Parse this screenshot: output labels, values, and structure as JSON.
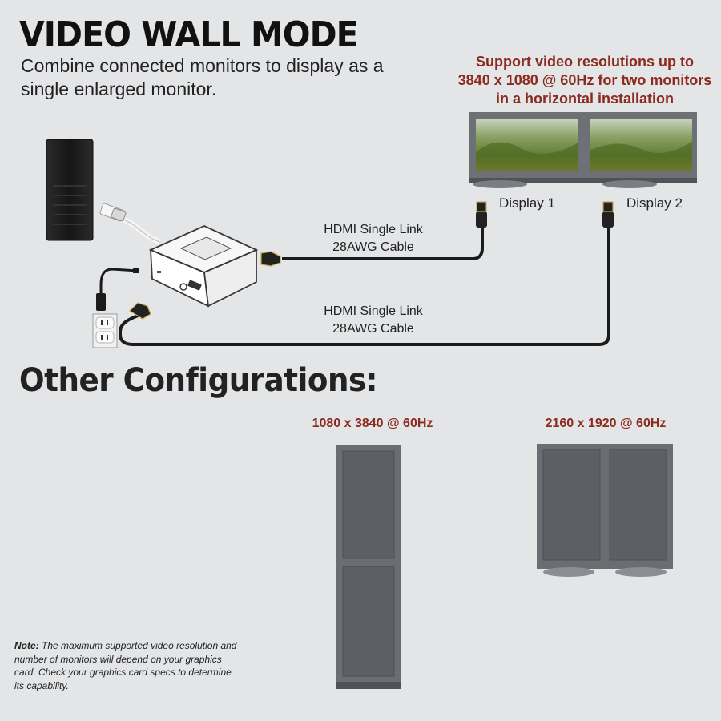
{
  "header": {
    "title": "VIDEO WALL MODE",
    "subtitle": "Combine connected monitors to display as a single enlarged monitor."
  },
  "support": {
    "line1": "Support video resolutions up to",
    "line2": "3840 x 1080 @ 60Hz for two monitors",
    "line3": "in a horizontal installation"
  },
  "displays": {
    "display1_label": "Display 1",
    "display2_label": "Display 2"
  },
  "cables": {
    "cable1_line1": "HDMI Single Link",
    "cable1_line2": "28AWG Cable",
    "cable2_line1": "HDMI Single Link",
    "cable2_line2": "28AWG Cable"
  },
  "other": {
    "title": "Other Configurations:",
    "config_vertical": "1080 x 3840 @ 60Hz",
    "config_grid": "2160 x 1920 @ 60Hz"
  },
  "note": {
    "label": "Note:",
    "text": "The maximum supported video resolution and number of monitors will depend on your graphics card. Check your graphics card specs to determine its capability."
  },
  "colors": {
    "accent_red": "#8b2a1e",
    "background": "#e4e5e7",
    "monitor_gray": "#5d6166",
    "cable_black": "#1b1b1b"
  }
}
